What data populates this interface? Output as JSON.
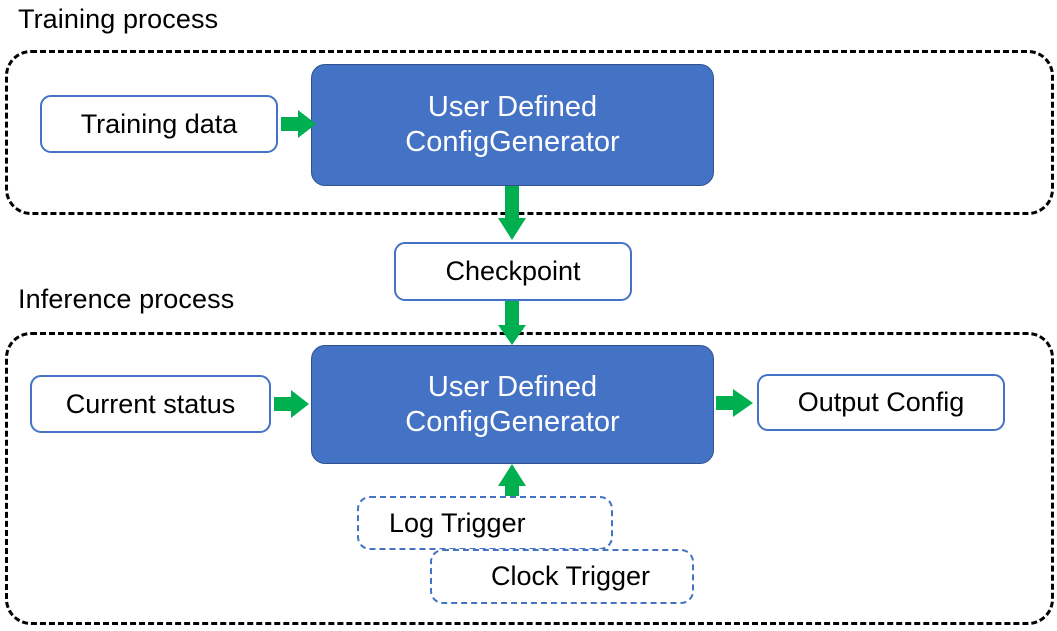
{
  "diagram": {
    "title": "Training process / Inference process flow",
    "colors": {
      "blue_fill": "#4472C4",
      "blue_stroke": "#2F528F",
      "box_border": "#4472C4",
      "arrow_green": "#00B050",
      "container_dash": "#000000",
      "text_dark": "#000000",
      "text_light": "#FFFFFF",
      "background": "#FFFFFF"
    },
    "groups": [
      {
        "id": "training",
        "caption": "Training process"
      },
      {
        "id": "inference",
        "caption": "Inference process"
      }
    ],
    "nodes": {
      "training_data": {
        "label": "Training data",
        "shape": "rounded-rect",
        "style": "outline"
      },
      "generator_train": {
        "line1": "User Defined",
        "line2": "ConfigGenerator",
        "shape": "rounded-rect",
        "style": "filled-blue"
      },
      "checkpoint": {
        "label": "Checkpoint",
        "shape": "rounded-rect",
        "style": "outline"
      },
      "current_status": {
        "label": "Current status",
        "shape": "rounded-rect",
        "style": "outline"
      },
      "generator_infer": {
        "line1": "User Defined",
        "line2": "ConfigGenerator",
        "shape": "rounded-rect",
        "style": "filled-blue"
      },
      "output_config": {
        "label": "Output Config",
        "shape": "rounded-rect",
        "style": "outline"
      },
      "log_trigger": {
        "label": "Log Trigger",
        "shape": "rounded-rect",
        "style": "dashed-blue"
      },
      "clock_trigger": {
        "label": "Clock Trigger",
        "shape": "rounded-rect",
        "style": "dashed-blue"
      }
    },
    "edges": [
      {
        "from": "training_data",
        "to": "generator_train",
        "direction": "right"
      },
      {
        "from": "generator_train",
        "to": "checkpoint",
        "direction": "down"
      },
      {
        "from": "checkpoint",
        "to": "generator_infer",
        "direction": "down"
      },
      {
        "from": "current_status",
        "to": "generator_infer",
        "direction": "right"
      },
      {
        "from": "generator_infer",
        "to": "output_config",
        "direction": "right"
      },
      {
        "from": "log_trigger",
        "to": "generator_infer",
        "direction": "up"
      }
    ]
  }
}
